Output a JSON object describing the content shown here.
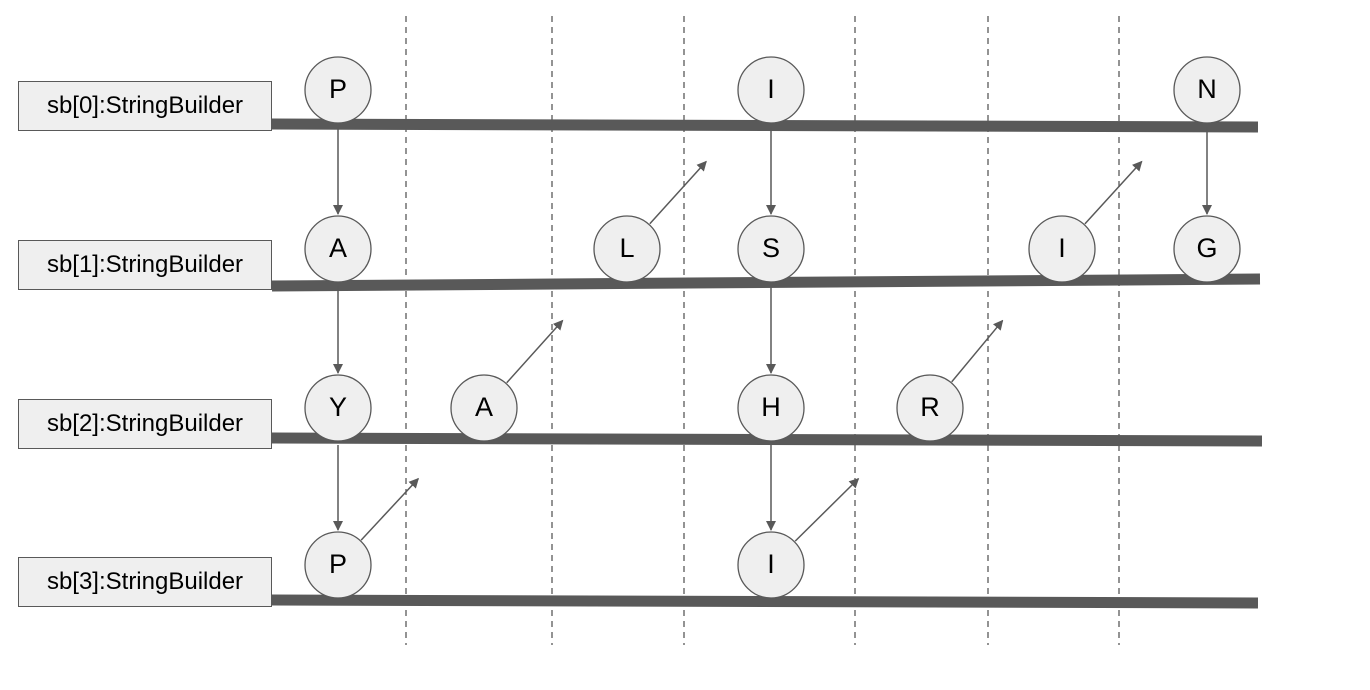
{
  "rows": [
    {
      "label": "sb[0]:StringBuilder"
    },
    {
      "label": "sb[1]:StringBuilder"
    },
    {
      "label": "sb[2]:StringBuilder"
    },
    {
      "label": "sb[3]:StringBuilder"
    }
  ],
  "nodes": [
    {
      "id": "n0",
      "letter": "P",
      "row": 0,
      "col": 0
    },
    {
      "id": "n1",
      "letter": "A",
      "row": 1,
      "col": 0
    },
    {
      "id": "n2",
      "letter": "Y",
      "row": 2,
      "col": 0
    },
    {
      "id": "n3",
      "letter": "P",
      "row": 3,
      "col": 0
    },
    {
      "id": "n4",
      "letter": "A",
      "row": 2,
      "col": 1
    },
    {
      "id": "n5",
      "letter": "L",
      "row": 1,
      "col": 2
    },
    {
      "id": "n6",
      "letter": "I",
      "row": 0,
      "col": 3
    },
    {
      "id": "n7",
      "letter": "S",
      "row": 1,
      "col": 3
    },
    {
      "id": "n8",
      "letter": "H",
      "row": 2,
      "col": 3
    },
    {
      "id": "n9",
      "letter": "I",
      "row": 3,
      "col": 3
    },
    {
      "id": "n10",
      "letter": "R",
      "row": 2,
      "col": 4
    },
    {
      "id": "n11",
      "letter": "I",
      "row": 1,
      "col": 5
    },
    {
      "id": "n12",
      "letter": "N",
      "row": 0,
      "col": 6
    },
    {
      "id": "n13",
      "letter": "G",
      "row": 1,
      "col": 6
    }
  ],
  "edges": [
    {
      "from": "n0",
      "to": "n1"
    },
    {
      "from": "n1",
      "to": "n2"
    },
    {
      "from": "n2",
      "to": "n3"
    },
    {
      "from": "n3",
      "to": "n4"
    },
    {
      "from": "n4",
      "to": "n5"
    },
    {
      "from": "n5",
      "to": "n6"
    },
    {
      "from": "n6",
      "to": "n7"
    },
    {
      "from": "n7",
      "to": "n8"
    },
    {
      "from": "n8",
      "to": "n9"
    },
    {
      "from": "n9",
      "to": "n10"
    },
    {
      "from": "n10",
      "to": "n11"
    },
    {
      "from": "n11",
      "to": "n12"
    },
    {
      "from": "n12",
      "to": "n13"
    }
  ],
  "colors": {
    "node_fill": "#efefef",
    "node_stroke": "#595959",
    "rail": "#595959",
    "arrow": "#595959",
    "divider": "#595959"
  }
}
